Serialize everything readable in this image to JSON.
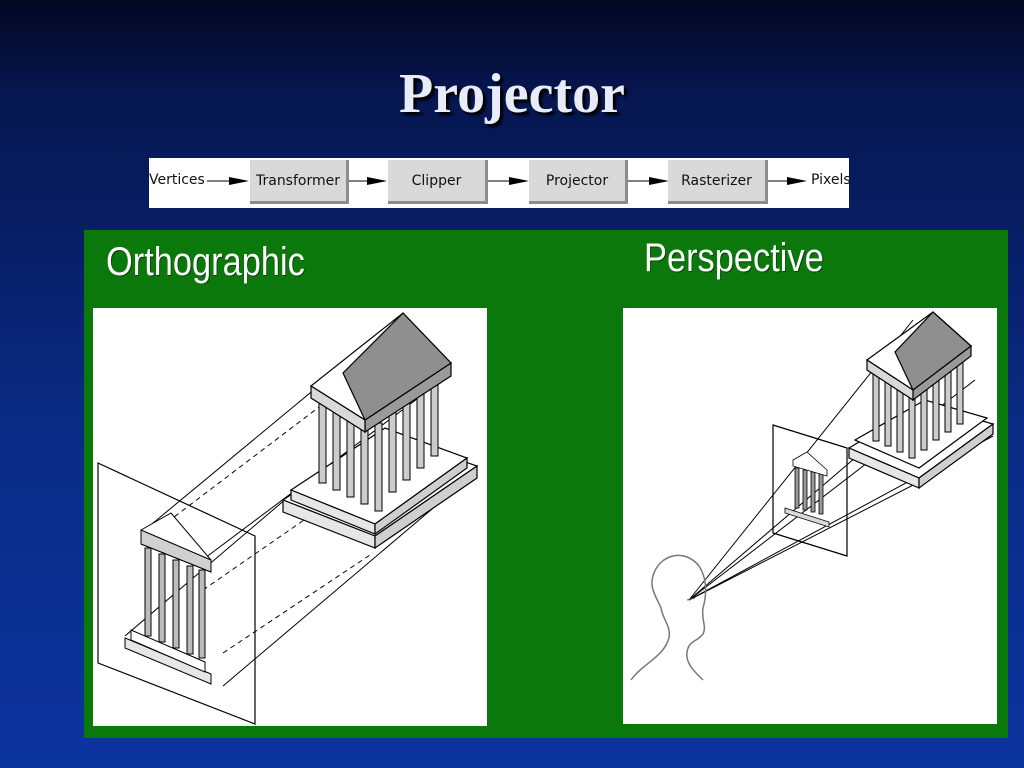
{
  "slide": {
    "title": "Projector"
  },
  "pipeline": {
    "start_label": "Vertices",
    "stages": [
      "Transformer",
      "Clipper",
      "Projector",
      "Rasterizer"
    ],
    "end_label": "Pixels"
  },
  "panels": {
    "orthographic_label": "Orthographic",
    "perspective_label": "Perspective"
  },
  "colors": {
    "panel_green": "#0b780b",
    "stage_gray": "#d9d9d9",
    "background_blue": "#0a2a84"
  }
}
